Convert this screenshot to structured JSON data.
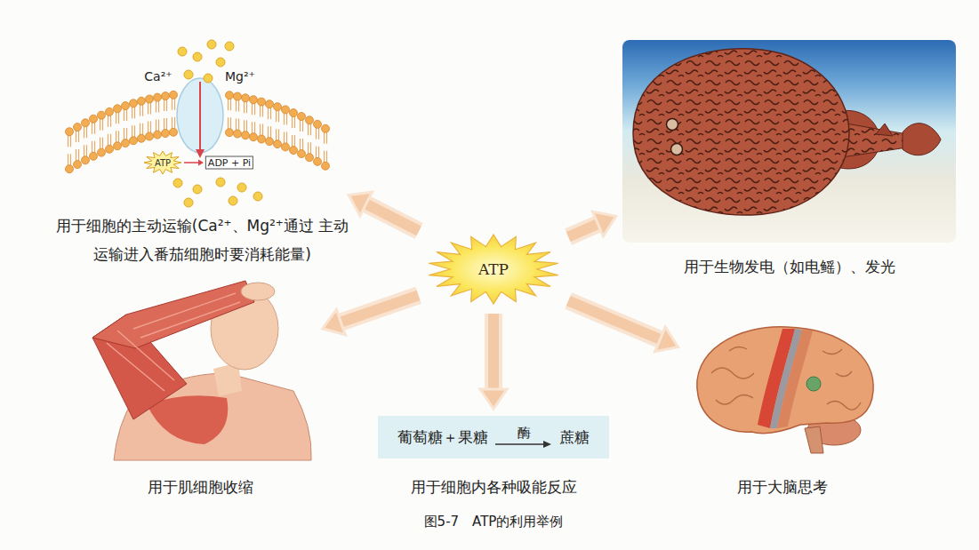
{
  "diagram": {
    "caption": "图5-7　ATP的利用举例",
    "nodes": [
      {
        "text": [
          "ATP"
        ]
      },
      {
        "text": [
          "用于细胞的主动运输(Ca²⁺、Mg²⁺通过 主动运输进入番茄细胞时要消耗能量)"
        ]
      },
      {
        "text": [
          "用于生物发电（如电鳐）、发光"
        ]
      },
      {
        "text": [
          "用于肌细胞收缩"
        ]
      },
      {
        "text": [
          "葡萄糖＋果糖",
          "酶",
          "蔗糖",
          "用于细胞内各种吸能反应"
        ]
      },
      {
        "text": [
          "用于大脑思考"
        ]
      }
    ],
    "edges": [
      {
        "from": 0,
        "to": 1,
        "arrow": "to"
      },
      {
        "from": 0,
        "to": 2,
        "arrow": "to"
      },
      {
        "from": 0,
        "to": 3,
        "arrow": "to"
      },
      {
        "from": 0,
        "to": 4,
        "arrow": "to"
      },
      {
        "from": 0,
        "to": 5,
        "arrow": "to"
      }
    ],
    "labels": [
      "Ca²⁺",
      "Mg²⁺",
      "ATP",
      "ADP + Pi"
    ]
  }
}
